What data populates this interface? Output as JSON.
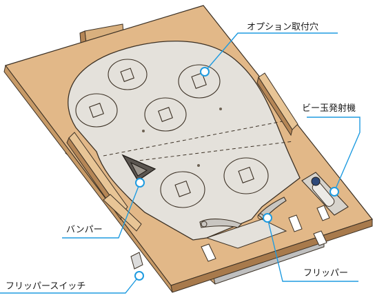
{
  "labels": {
    "option_mount_hole": "オプション取付穴",
    "ball_launcher": "ビー玉発射機",
    "bumper": "バンパー",
    "flipper": "フリッパー",
    "flipper_switch": "フリッパースイッチ"
  },
  "colors": {
    "wood_top": "#e2b888",
    "wood_edge": "#c79a67",
    "wood_dark": "#a87a4c",
    "playfield": "#e4e1db",
    "outline": "#3b3024",
    "callout": "#1e9be0",
    "label_text": "#1a1a1a"
  }
}
